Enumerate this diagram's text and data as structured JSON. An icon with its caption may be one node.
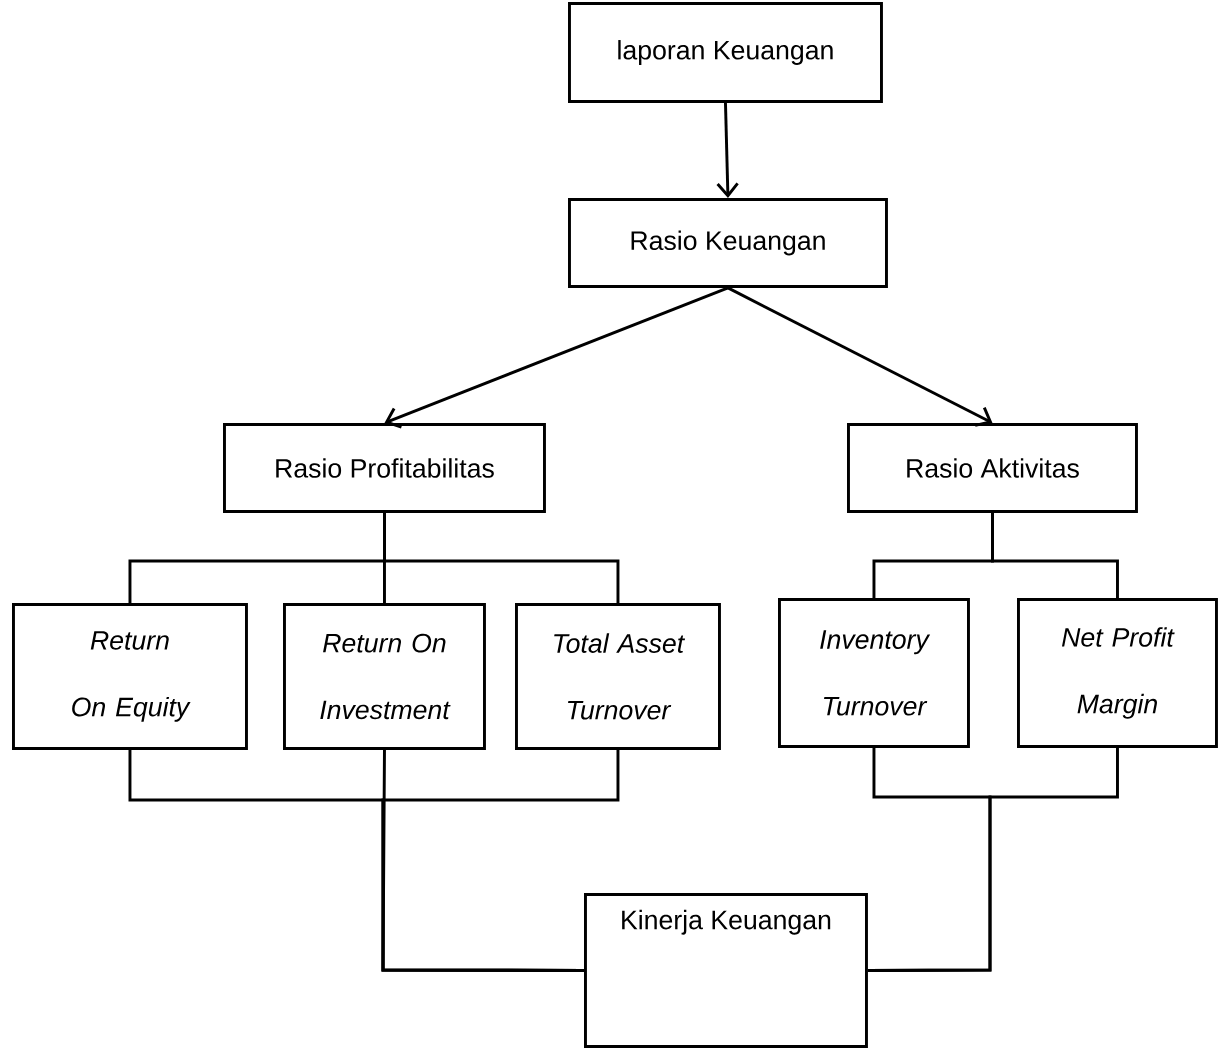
{
  "diagram": {
    "nodes": [
      {
        "text": [
          "laporan Keuangan"
        ]
      },
      {
        "text": [
          "Rasio Keuangan"
        ]
      },
      {
        "text": [
          "Rasio Profitabilitas"
        ]
      },
      {
        "text": [
          "Rasio Aktivitas"
        ]
      },
      {
        "text": [
          "Return On Equity"
        ]
      },
      {
        "text": [
          "Return On Investment"
        ]
      },
      {
        "text": [
          "Total Asset Turnover"
        ]
      },
      {
        "text": [
          "Inventory Turnover"
        ]
      },
      {
        "text": [
          "Net Profit Margin"
        ]
      },
      {
        "text": [
          "Kinerja Keuangan"
        ]
      }
    ],
    "edges": [
      {
        "from": 0,
        "to": 1,
        "arrow": "to"
      },
      {
        "from": 1,
        "to": 2,
        "arrow": "to"
      },
      {
        "from": 1,
        "to": 3,
        "arrow": "to"
      },
      {
        "from": 2,
        "to": 4,
        "arrow": "none"
      },
      {
        "from": 2,
        "to": 5,
        "arrow": "none"
      },
      {
        "from": 2,
        "to": 6,
        "arrow": "none"
      },
      {
        "from": 3,
        "to": 7,
        "arrow": "none"
      },
      {
        "from": 3,
        "to": 8,
        "arrow": "none"
      },
      {
        "from": 4,
        "to": 9,
        "arrow": "none"
      },
      {
        "from": 5,
        "to": 9,
        "arrow": "none"
      },
      {
        "from": 6,
        "to": 9,
        "arrow": "none"
      },
      {
        "from": 7,
        "to": 9,
        "arrow": "none"
      },
      {
        "from": 8,
        "to": 9,
        "arrow": "none"
      }
    ]
  }
}
